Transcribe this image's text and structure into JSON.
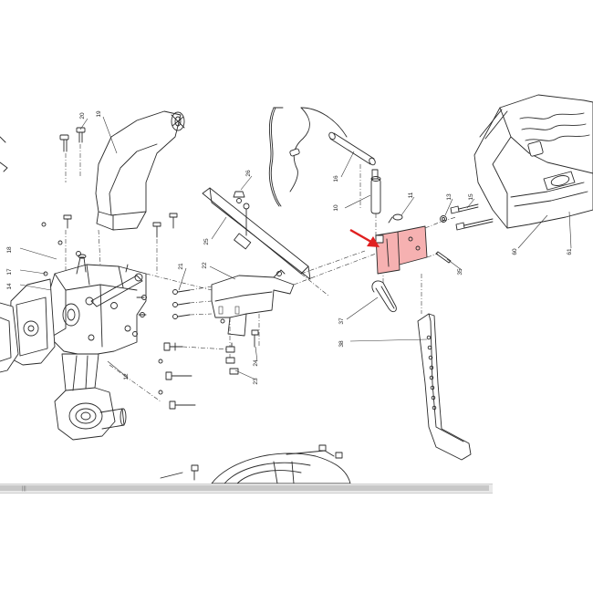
{
  "diagram": {
    "highlight_color": "#f4a3a3",
    "arrow_color": "#e02020",
    "callouts": [
      {
        "id": "c20",
        "text": "20"
      },
      {
        "id": "c19",
        "text": "19"
      },
      {
        "id": "c26",
        "text": "26"
      },
      {
        "id": "c25",
        "text": "25"
      },
      {
        "id": "c22",
        "text": "22"
      },
      {
        "id": "c21",
        "text": "21"
      },
      {
        "id": "c18",
        "text": "18"
      },
      {
        "id": "c17",
        "text": "17"
      },
      {
        "id": "c14",
        "text": "14"
      },
      {
        "id": "c12",
        "text": "12"
      },
      {
        "id": "c24",
        "text": "24"
      },
      {
        "id": "c23",
        "text": "23"
      },
      {
        "id": "c16",
        "text": "16"
      },
      {
        "id": "c10",
        "text": "10"
      },
      {
        "id": "c11",
        "text": "11"
      },
      {
        "id": "c13",
        "text": "13"
      },
      {
        "id": "c15",
        "text": "15"
      },
      {
        "id": "c35",
        "text": "35"
      },
      {
        "id": "c37",
        "text": "37"
      },
      {
        "id": "c38",
        "text": "38"
      },
      {
        "id": "c60",
        "text": "60"
      },
      {
        "id": "c61",
        "text": "61"
      }
    ]
  },
  "scrollbar": {
    "grip_icon": "grip-lines-icon",
    "grip_glyph": "|||"
  }
}
